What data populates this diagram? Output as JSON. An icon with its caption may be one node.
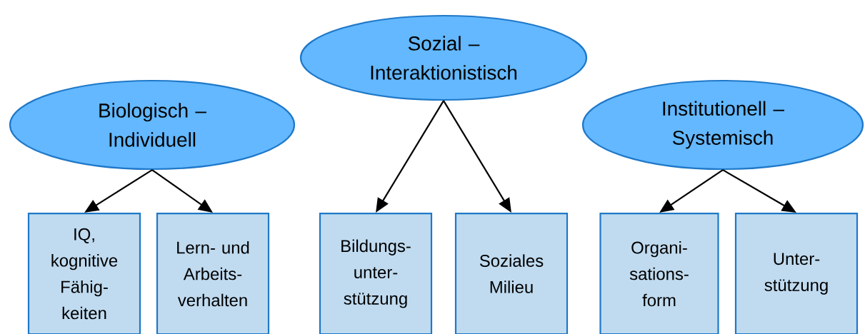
{
  "diagram": {
    "nodes": [
      {
        "text": [
          "Biologisch – Individuell"
        ]
      },
      {
        "text": [
          "Sozial – Interaktionistisch"
        ]
      },
      {
        "text": [
          "Institutionell – Systemisch"
        ]
      },
      {
        "text": [
          "IQ, kognitive Fähig- keiten"
        ]
      },
      {
        "text": [
          "Lern- und Arbeits- verhalten"
        ]
      },
      {
        "text": [
          "Bildungs- unter- stützung"
        ]
      },
      {
        "text": [
          "Soziales Milieu"
        ]
      },
      {
        "text": [
          "Organi- sations- form"
        ]
      },
      {
        "text": [
          "Unter- stützung"
        ]
      }
    ],
    "edges": [
      {
        "from": 0,
        "to": 3,
        "arrow": "to"
      },
      {
        "from": 0,
        "to": 4,
        "arrow": "to"
      },
      {
        "from": 1,
        "to": 5,
        "arrow": "to"
      },
      {
        "from": 1,
        "to": 6,
        "arrow": "to"
      },
      {
        "from": 2,
        "to": 7,
        "arrow": "to"
      },
      {
        "from": 2,
        "to": 8,
        "arrow": "to"
      }
    ]
  }
}
